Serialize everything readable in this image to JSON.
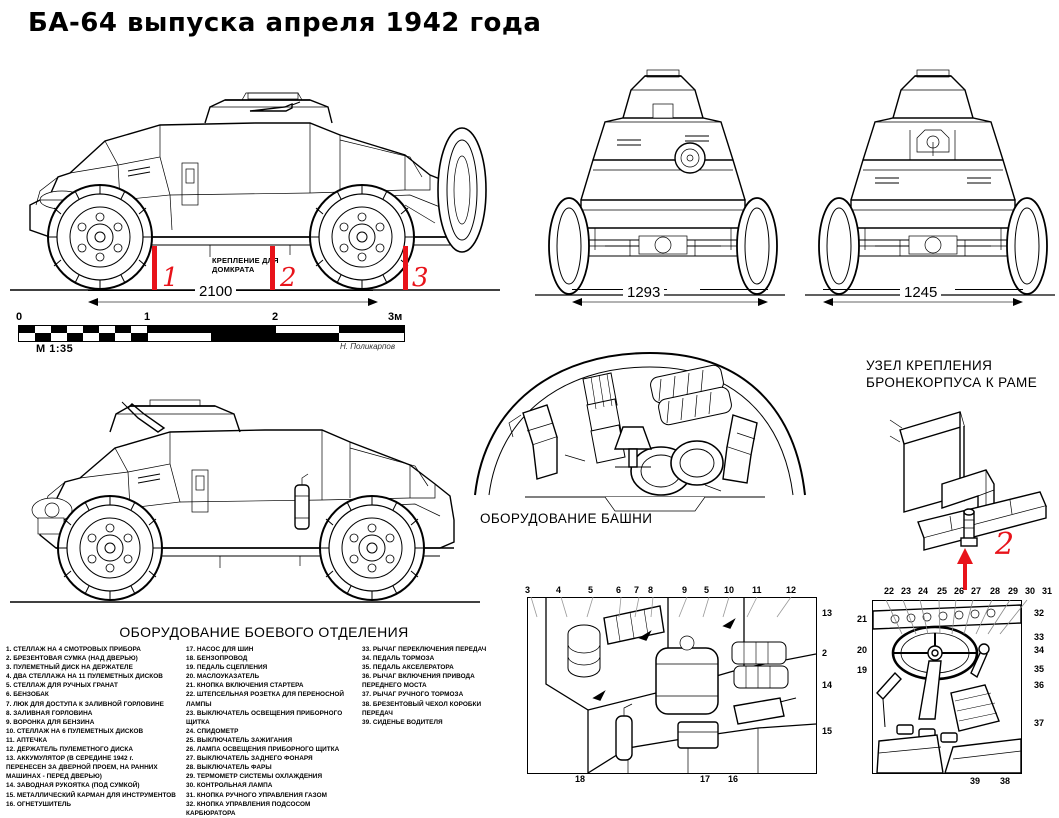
{
  "document": {
    "title": "БА-64 выпуска апреля 1942 года",
    "scale_note": "М 1:35",
    "signature": "Н. Поликарпов"
  },
  "scale_bar": {
    "ticks": [
      "0",
      "1",
      "2",
      "3м"
    ],
    "label": "М 1:35"
  },
  "side_view": {
    "dimension": "2100",
    "jack_label": "КРЕПЛЕНИЕ  ДЛЯ\nДОМКРАТА",
    "red_callouts": [
      "1",
      "2",
      "3"
    ]
  },
  "front_view": {
    "dimension": "1293"
  },
  "rear_view": {
    "dimension": "1245"
  },
  "turret_caption": "ОБОРУДОВАНИЕ БАШНИ",
  "frame_mount_caption": "УЗЕЛ КРЕПЛЕНИЯ\nБРОНЕКОРПУСА  К РАМЕ",
  "frame_mount_red_callout": "2",
  "legend": {
    "title": "ОБОРУДОВАНИЕ БОЕВОГО ОТДЕЛЕНИЯ",
    "column1": [
      "1. СТЕЛЛАЖ НА 4 СМОТРОВЫХ ПРИБОРА",
      "2. БРЕЗЕНТОВАЯ СУМКА (НАД ДВЕРЬЮ)",
      "3. ПУЛЕМЕТНЫЙ ДИСК НА ДЕРЖАТЕЛЕ",
      "4. ДВА СТЕЛЛАЖА НА 11 ПУЛЕМЕТНЫХ ДИСКОВ",
      "5. СТЕЛЛАЖ ДЛЯ РУЧНЫХ ГРАНАТ",
      "6. БЕНЗОБАК",
      "7. ЛЮК ДЛЯ ДОСТУПА К ЗАЛИВНОЙ ГОРЛОВИНЕ",
      "8. ЗАЛИВНАЯ ГОРЛОВИНА",
      "9. ВОРОНКА ДЛЯ БЕНЗИНА",
      "10. СТЕЛЛАЖ НА 6 ПУЛЕМЕТНЫХ ДИСКОВ",
      "11. АПТЕЧКА",
      "12. ДЕРЖАТЕЛЬ ПУЛЕМЕТНОГО ДИСКА",
      "13. АККУМУЛЯТОР (В СЕРЕДИНЕ 1942 г.\n     ПЕРЕНЕСЕН ЗА   ДВЕРНОЙ ПРОЕМ, НА РАННИХ\n     МАШИНАХ - ПЕРЕД ДВЕРЬЮ)",
      "14. ЗАВОДНАЯ РУКОЯТКА (ПОД СУМКОЙ)",
      "15. МЕТАЛЛИЧЕСКИЙ КАРМАН ДЛЯ ИНСТРУМЕНТОВ",
      "16. ОГНЕТУШИТЕЛЬ"
    ],
    "column2": [
      "17. НАСОС ДЛЯ ШИН",
      "18. БЕНЗОПРОВОД",
      "19. ПЕДАЛЬ СЦЕПЛЕНИЯ",
      "20. МАСЛОУКАЗАТЕЛЬ",
      "21. КНОПКА ВКЛЮЧЕНИЯ СТАРТЕРА",
      "22. ШТЕПСЕЛЬНАЯ РОЗЕТКА ДЛЯ ПЕРЕНОСНОЙ ЛАМПЫ",
      "23. ВЫКЛЮЧАТЕЛЬ ОСВЕЩЕНИЯ ПРИБОРНОГО ЩИТКА",
      "24. СПИДОМЕТР",
      "25. ВЫКЛЮЧАТЕЛЬ ЗАЖИГАНИЯ",
      "26. ЛАМПА ОСВЕЩЕНИЯ ПРИБОРНОГО ЩИТКА",
      "27. ВЫКЛЮЧАТЕЛЬ ЗАДНЕГО ФОНАРЯ",
      "28. ВЫКЛЮЧАТЕЛЬ ФАРЫ",
      "29. ТЕРМОМЕТР СИСТЕМЫ ОХЛАЖДЕНИЯ",
      "30. КОНТРОЛЬНАЯ ЛАМПА",
      "31. КНОПКА РУЧНОГО УПРАВЛЕНИЯ ГАЗОМ",
      "32. КНОПКА УПРАВЛЕНИЯ ПОДСОСОМ КАРБЮРАТОРА"
    ],
    "column3": [
      "33. РЫЧАГ ПЕРЕКЛЮЧЕНИЯ ПЕРЕДАЧ",
      "34. ПЕДАЛЬ ТОРМОЗА",
      "35. ПЕДАЛЬ АКСЕЛЕРАТОРА",
      "36. РЫЧАГ ВКЛЮЧЕНИЯ ПРИВОДА\n     ПЕРЕДНЕГО МОСТА",
      "37. РЫЧАГ РУЧНОГО ТОРМОЗА",
      "38. БРЕЗЕНТОВЫЙ ЧЕХОЛ КОРОБКИ\n     ПЕРЕДАЧ",
      "39. СИДЕНЬЕ ВОДИТЕЛЯ"
    ]
  },
  "fighting_compartment_photo": {
    "top_numbers": [
      "3",
      "4",
      "5",
      "6",
      "7",
      "8",
      "9",
      "5",
      "10",
      "11",
      "12"
    ],
    "right_numbers": [
      "13",
      "2",
      "14",
      "15"
    ],
    "bottom_numbers": [
      "18",
      "17",
      "16"
    ]
  },
  "driver_station_photo": {
    "top_numbers": [
      "22",
      "23",
      "24",
      "25",
      "26",
      "27",
      "28",
      "29",
      "30",
      "31"
    ],
    "left_numbers": [
      "21",
      "20",
      "19"
    ],
    "right_numbers": [
      "32",
      "33",
      "34",
      "35",
      "36",
      "37"
    ],
    "bottom_numbers": [
      "39",
      "38"
    ]
  },
  "colors": {
    "ink": "#000000",
    "red": "#e8131a",
    "paper": "#ffffff",
    "grey": "#777777"
  }
}
